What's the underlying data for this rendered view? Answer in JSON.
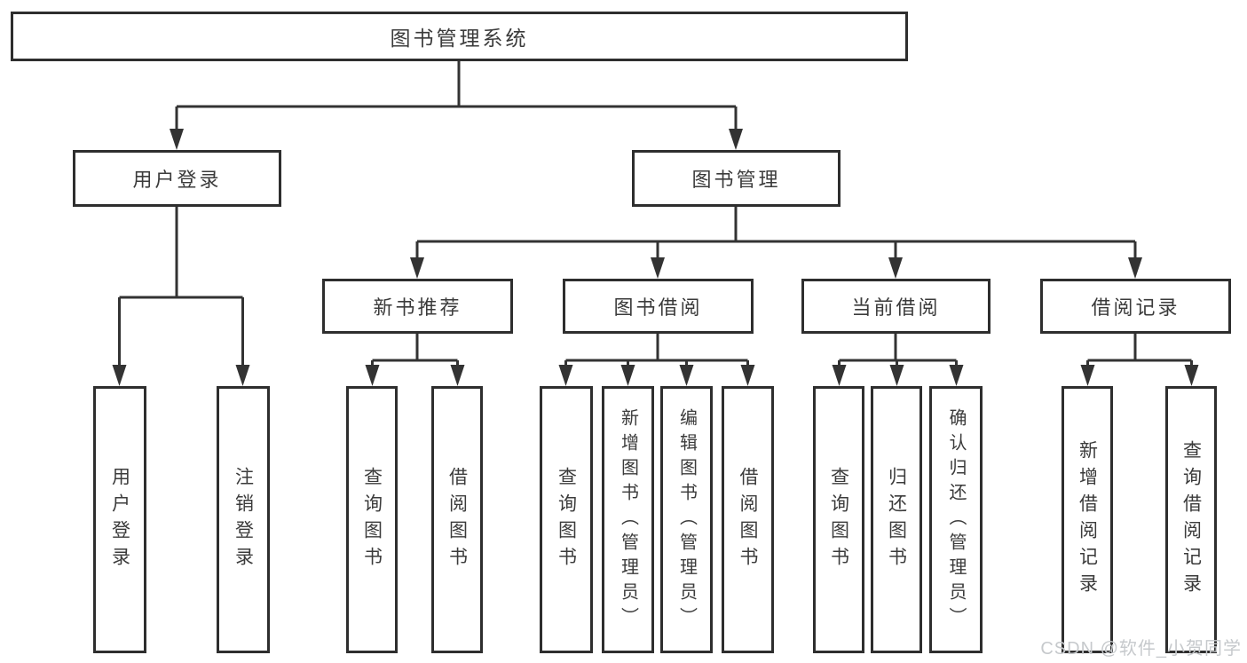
{
  "colors": {
    "background": "#ffffff",
    "line": "#333333",
    "box_border": "#2e2e2e",
    "text": "#3b3b3b",
    "watermark": "#c6c9cc"
  },
  "watermark": {
    "text": "CSDN @软件_小贺同学"
  },
  "tree": {
    "root": {
      "label": "图书管理系统"
    },
    "branches": [
      {
        "label": "用户登录",
        "children": [
          {
            "label": "用户登录"
          },
          {
            "label": "注销登录"
          }
        ]
      },
      {
        "label": "图书管理",
        "children": [
          {
            "label": "新书推荐",
            "children": [
              {
                "label": "查询图书"
              },
              {
                "label": "借阅图书"
              }
            ]
          },
          {
            "label": "图书借阅",
            "children": [
              {
                "label": "查询图书"
              },
              {
                "label": "新增图书（管理员）"
              },
              {
                "label": "编辑图书（管理员）"
              },
              {
                "label": "借阅图书"
              }
            ]
          },
          {
            "label": "当前借阅",
            "children": [
              {
                "label": "查询图书"
              },
              {
                "label": "归还图书"
              },
              {
                "label": "确认归还（管理员）"
              }
            ]
          },
          {
            "label": "借阅记录",
            "children": [
              {
                "label": "新增借阅记录"
              },
              {
                "label": "查询借阅记录"
              }
            ]
          }
        ]
      }
    ]
  }
}
